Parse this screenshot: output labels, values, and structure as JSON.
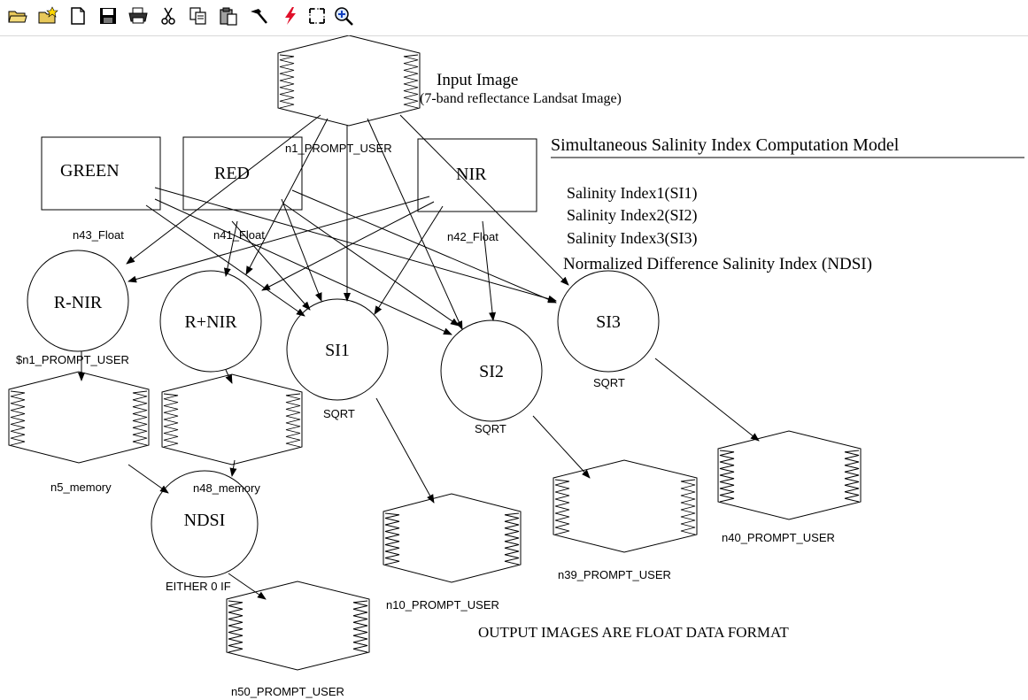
{
  "toolbar": {
    "icons": [
      "open-folder-icon",
      "new-folder-icon",
      "new-document-icon",
      "save-icon",
      "print-icon",
      "cut-icon",
      "copy-icon",
      "paste-icon",
      "hammer-icon",
      "run-lightning-icon",
      "fit-to-window-icon",
      "zoom-in-icon"
    ]
  },
  "diagram": {
    "input": {
      "title": "Input Image",
      "subtitle": "(7-band reflectance Landsat Image)",
      "node_label": "n1_PROMPT_USER"
    },
    "model_title": "Simultaneous Salinity Index Computation Model",
    "indices": [
      "Salinity Index1(SI1)",
      "Salinity Index2(SI2)",
      "Salinity Index3(SI3)",
      "Normalized Difference Salinity Index (NDSI)"
    ],
    "scalars": [
      {
        "label": "GREEN",
        "node": "n43_Float"
      },
      {
        "label": "RED",
        "node": "n41_Float"
      },
      {
        "label": "NIR",
        "node": "n42_Float"
      }
    ],
    "functions": {
      "rnir": {
        "label": "R-NIR",
        "sub": "$n1_PROMPT_USER"
      },
      "rpnir": {
        "label": "R+NIR",
        "sub": ""
      },
      "si1": {
        "label": "SI1",
        "sub": "SQRT"
      },
      "si2": {
        "label": "SI2",
        "sub": "SQRT"
      },
      "si3": {
        "label": "SI3",
        "sub": "SQRT"
      },
      "ndsi": {
        "label": "NDSI",
        "sub": "EITHER 0 IF"
      }
    },
    "rasters": {
      "n5": "n5_memory",
      "n48": "n48_memory",
      "n10": "n10_PROMPT_USER",
      "n39": "n39_PROMPT_USER",
      "n40": "n40_PROMPT_USER",
      "n50": "n50_PROMPT_USER"
    },
    "footnote": "OUTPUT IMAGES ARE FLOAT DATA FORMAT"
  }
}
